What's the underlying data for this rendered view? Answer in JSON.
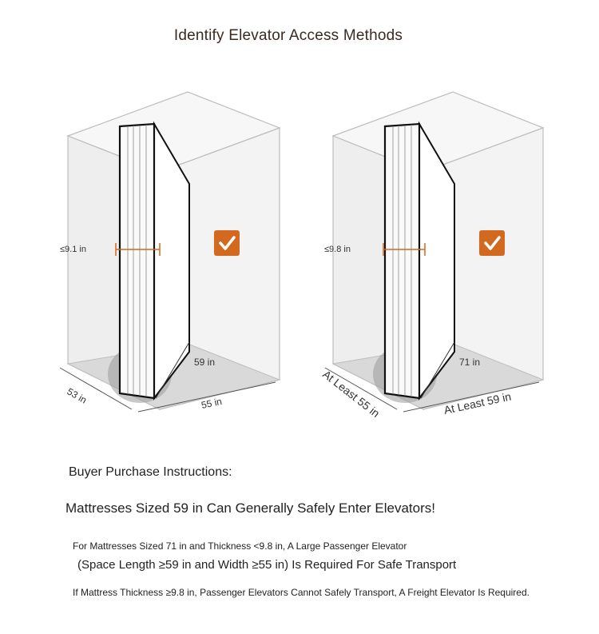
{
  "title": "Identify Elevator Access Methods",
  "figures": [
    {
      "thickness_label": "≤9.1 in",
      "length_label": "59 in",
      "depth_label": "53 in",
      "width_label": "55 in",
      "check_icon": "checkmark-icon"
    },
    {
      "thickness_label": "≤9.8 in",
      "length_label": "71 in",
      "depth_label": "At Least 55 in",
      "width_label": "At Least 59 in",
      "check_icon": "checkmark-icon"
    }
  ],
  "instructions": {
    "heading": "Buyer Purchase Instructions:",
    "main": "Mattresses Sized 59 in Can Generally Safely Enter Elevators!",
    "line1": "For Mattresses Sized 71 in and Thickness <9.8 in, A Large Passenger Elevator",
    "line2": "(Space Length ≥59 in and Width ≥55 in) Is Required For Safe Transport",
    "line3": "If Mattress Thickness ≥9.8 in, Passenger Elevators Cannot Safely Transport, A Freight Elevator Is Required."
  },
  "colors": {
    "accent": "#d2691e",
    "box_line": "#b9b9b9",
    "floor": "#d9d9d9"
  }
}
